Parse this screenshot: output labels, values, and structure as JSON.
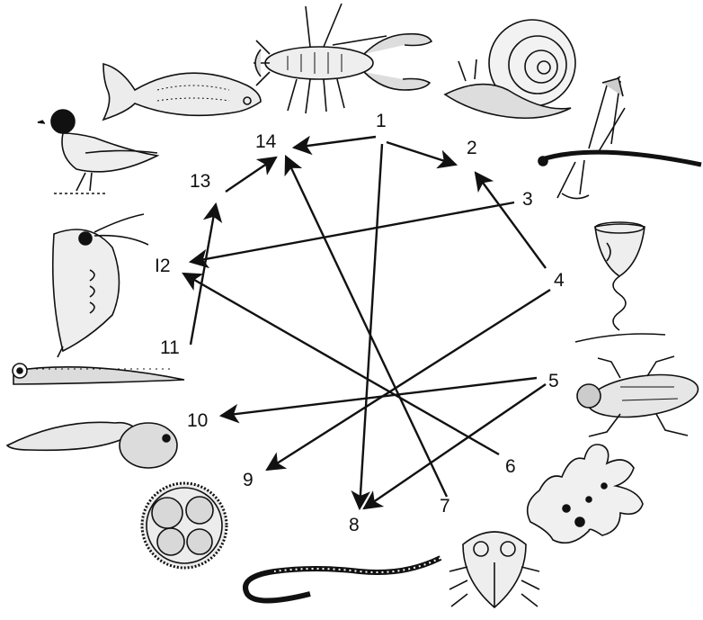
{
  "nodes": [
    {
      "id": "1",
      "label": "1"
    },
    {
      "id": "2",
      "label": "2"
    },
    {
      "id": "3",
      "label": "3"
    },
    {
      "id": "4",
      "label": "4"
    },
    {
      "id": "5",
      "label": "5"
    },
    {
      "id": "6",
      "label": "6"
    },
    {
      "id": "7",
      "label": "7"
    },
    {
      "id": "8",
      "label": "8"
    },
    {
      "id": "9",
      "label": "9"
    },
    {
      "id": "10",
      "label": "10"
    },
    {
      "id": "11",
      "label": "11"
    },
    {
      "id": "12",
      "label": "I2"
    },
    {
      "id": "13",
      "label": "13"
    },
    {
      "id": "14",
      "label": "14"
    }
  ],
  "edges": [
    {
      "from": "1",
      "to": "14"
    },
    {
      "from": "1",
      "to": "2"
    },
    {
      "from": "1",
      "to": "8"
    },
    {
      "from": "3",
      "to": "12"
    },
    {
      "from": "4",
      "to": "2"
    },
    {
      "from": "4",
      "to": "9"
    },
    {
      "from": "5",
      "to": "10"
    },
    {
      "from": "5",
      "to": "8"
    },
    {
      "from": "6",
      "to": "12"
    },
    {
      "from": "7",
      "to": "14"
    },
    {
      "from": "11",
      "to": "13"
    },
    {
      "from": "13",
      "to": "14"
    }
  ],
  "illustrations": [
    "crayfish-icon",
    "snail-icon",
    "mosquito-larva-icon",
    "vorticella-icon",
    "water-beetle-icon",
    "amoeba-icon",
    "nauplius-icon",
    "worm-icon",
    "volvox-icon",
    "tadpole-icon",
    "leech-icon",
    "daphnia-icon",
    "gull-icon",
    "fish-icon"
  ],
  "colors": {
    "ink": "#111111",
    "background": "#ffffff"
  }
}
